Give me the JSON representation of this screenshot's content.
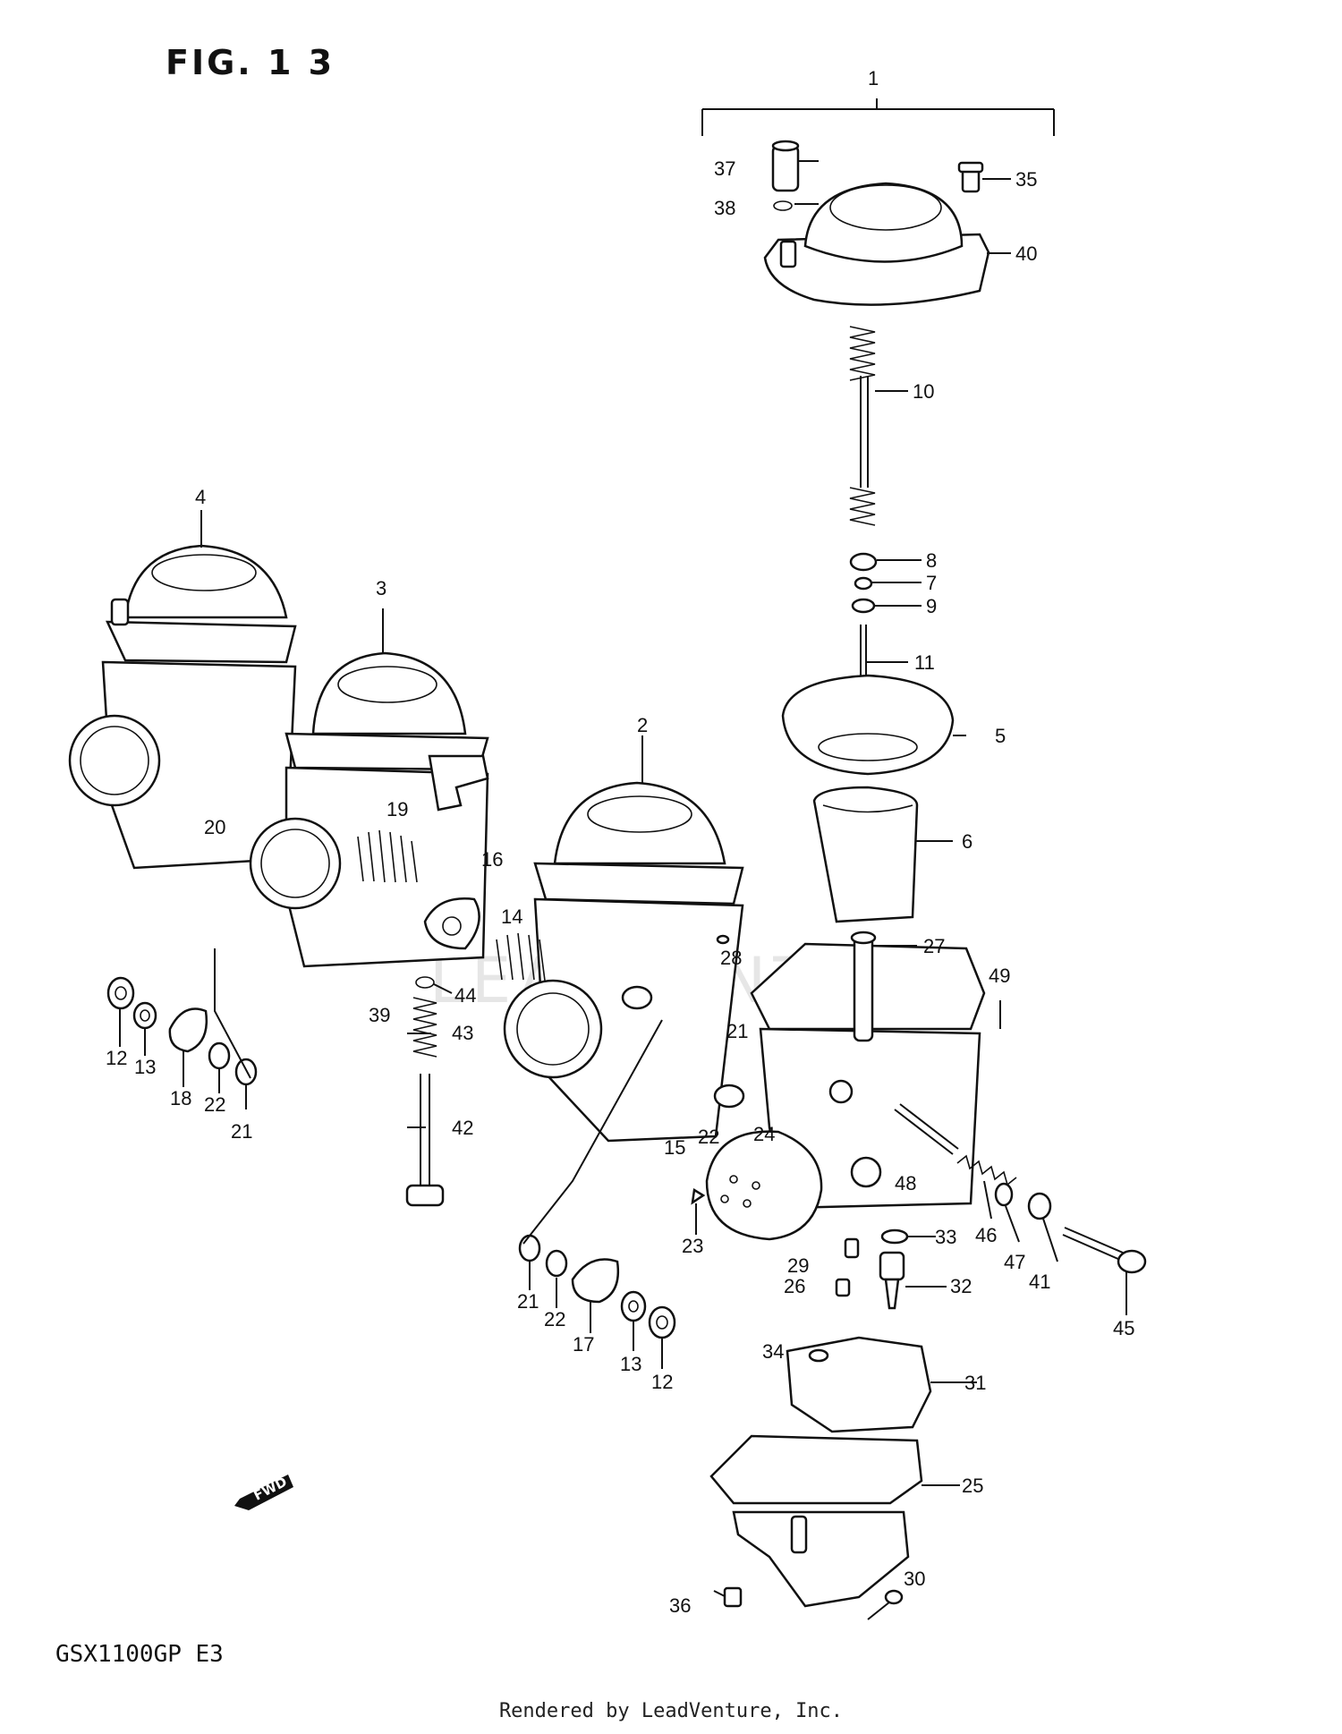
{
  "figure": {
    "title": "FIG. 1 3",
    "model_code": "GSX1100GP  E3"
  },
  "footer": {
    "credit": "Rendered by LeadVenture, Inc."
  },
  "fwd_arrow": {
    "label": "FWD"
  },
  "watermark": {
    "text": "LEADVENTURE"
  },
  "callouts": [
    "1",
    "2",
    "3",
    "4",
    "5",
    "6",
    "7",
    "8",
    "9",
    "10",
    "11",
    "12",
    "12",
    "13",
    "13",
    "14",
    "15",
    "16",
    "17",
    "18",
    "19",
    "20",
    "21",
    "21",
    "21",
    "22",
    "22",
    "22",
    "23",
    "24",
    "25",
    "26",
    "27",
    "28",
    "29",
    "30",
    "31",
    "32",
    "33",
    "34",
    "35",
    "36",
    "37",
    "38",
    "39",
    "40",
    "41",
    "42",
    "43",
    "44",
    "45",
    "46",
    "47",
    "48",
    "49"
  ]
}
